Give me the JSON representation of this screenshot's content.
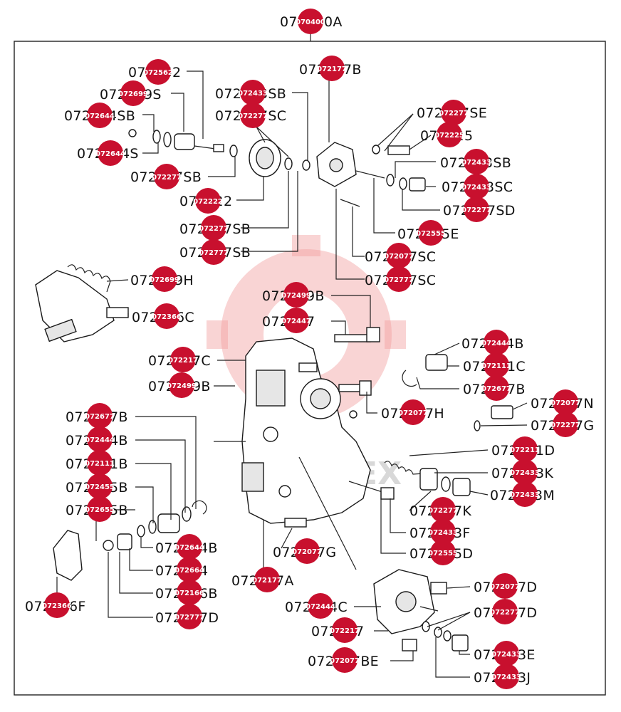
{
  "title": "070400A",
  "watermark_text": "TEX",
  "accent_color": "#c8102e",
  "callouts": [
    {
      "id": "c-top",
      "label": "070400A",
      "pin": "070400"
    },
    {
      "id": "c1",
      "label": "072562",
      "pin": "072562"
    },
    {
      "id": "c2",
      "label": "072699S",
      "pin": "072699"
    },
    {
      "id": "c3",
      "label": "072644SB",
      "pin": "072644"
    },
    {
      "id": "c4",
      "label": "072644S",
      "pin": "072644"
    },
    {
      "id": "c5",
      "label": "072277SB",
      "pin": "072277"
    },
    {
      "id": "c6",
      "label": "072433SB",
      "pin": "072433"
    },
    {
      "id": "c7",
      "label": "072277SC",
      "pin": "072277"
    },
    {
      "id": "c8",
      "label": "072222",
      "pin": "072222"
    },
    {
      "id": "c9",
      "label": "072277SB",
      "pin": "072277"
    },
    {
      "id": "c10",
      "label": "072777SB",
      "pin": "072777"
    },
    {
      "id": "c11",
      "label": "072177B",
      "pin": "072177"
    },
    {
      "id": "c12",
      "label": "072277SE",
      "pin": "072277"
    },
    {
      "id": "c13",
      "label": "072225",
      "pin": "072225"
    },
    {
      "id": "c14",
      "label": "072433SB",
      "pin": "072433"
    },
    {
      "id": "c15",
      "label": "072433SC",
      "pin": "072433"
    },
    {
      "id": "c16",
      "label": "072277SD",
      "pin": "072277"
    },
    {
      "id": "c17",
      "label": "072555E",
      "pin": "072555"
    },
    {
      "id": "c18",
      "label": "072077SC",
      "pin": "072077"
    },
    {
      "id": "c19",
      "label": "072777SC",
      "pin": "072777"
    },
    {
      "id": "c20",
      "label": "072699H",
      "pin": "072699"
    },
    {
      "id": "c21",
      "label": "072366C",
      "pin": "072366"
    },
    {
      "id": "c22",
      "label": "072499B",
      "pin": "072499"
    },
    {
      "id": "c23",
      "label": "072447",
      "pin": "072447"
    },
    {
      "id": "c24",
      "label": "072217C",
      "pin": "072217"
    },
    {
      "id": "c25",
      "label": "072499B",
      "pin": "072499"
    },
    {
      "id": "c26",
      "label": "072444B",
      "pin": "072444"
    },
    {
      "id": "c27",
      "label": "072111C",
      "pin": "072111"
    },
    {
      "id": "c28",
      "label": "072677B",
      "pin": "072677"
    },
    {
      "id": "c29",
      "label": "072077H",
      "pin": "072077"
    },
    {
      "id": "c30",
      "label": "072077N",
      "pin": "072077"
    },
    {
      "id": "c31",
      "label": "072277G",
      "pin": "072277"
    },
    {
      "id": "c32",
      "label": "072677B",
      "pin": "072677"
    },
    {
      "id": "c33",
      "label": "072444B",
      "pin": "072444"
    },
    {
      "id": "c34",
      "label": "072111B",
      "pin": "072111"
    },
    {
      "id": "c35",
      "label": "072455B",
      "pin": "072455"
    },
    {
      "id": "c36",
      "label": "072655B",
      "pin": "072655"
    },
    {
      "id": "c37",
      "label": "072211D",
      "pin": "072211"
    },
    {
      "id": "c38",
      "label": "072433K",
      "pin": "072433"
    },
    {
      "id": "c39",
      "label": "072433M",
      "pin": "072433"
    },
    {
      "id": "c40",
      "label": "072277K",
      "pin": "072277"
    },
    {
      "id": "c41",
      "label": "072433F",
      "pin": "072433"
    },
    {
      "id": "c42",
      "label": "072555D",
      "pin": "072555"
    },
    {
      "id": "c43",
      "label": "072644B",
      "pin": "072644"
    },
    {
      "id": "c44",
      "label": "072664",
      "pin": "072664"
    },
    {
      "id": "c45",
      "label": "072166B",
      "pin": "072166"
    },
    {
      "id": "c46",
      "label": "072777D",
      "pin": "072777"
    },
    {
      "id": "c47",
      "label": "072366F",
      "pin": "072366"
    },
    {
      "id": "c48",
      "label": "072077G",
      "pin": "072077"
    },
    {
      "id": "c49",
      "label": "072177A",
      "pin": "072177"
    },
    {
      "id": "c50",
      "label": "072077D",
      "pin": "072077"
    },
    {
      "id": "c51",
      "label": "072444C",
      "pin": "072444"
    },
    {
      "id": "c52",
      "label": "072277D",
      "pin": "072277"
    },
    {
      "id": "c53",
      "label": "072217",
      "pin": "072217"
    },
    {
      "id": "c54",
      "label": "072433E",
      "pin": "072433"
    },
    {
      "id": "c55",
      "label": "072077BE",
      "pin": "072077"
    },
    {
      "id": "c56",
      "label": "072433J",
      "pin": "072433"
    }
  ]
}
